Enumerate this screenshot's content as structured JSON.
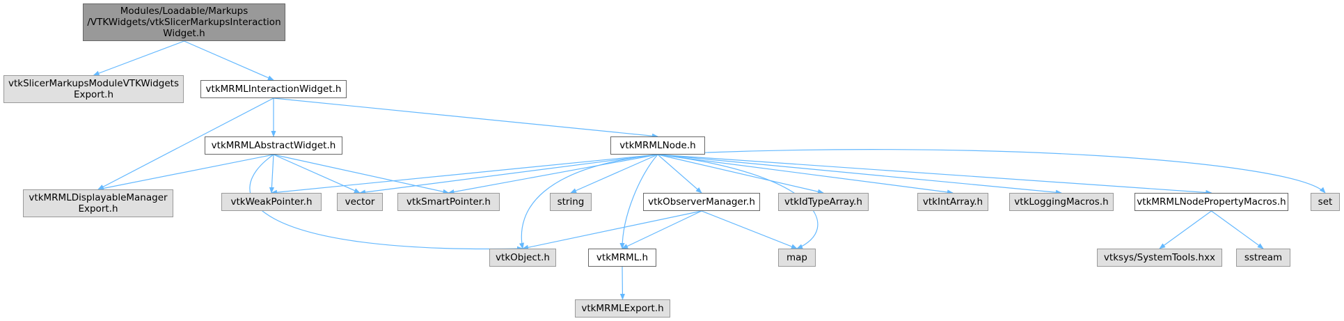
{
  "diagram": {
    "edge_color": "#63b8ff",
    "root_fill": "#999999",
    "documented_fill": "#ffffff",
    "external_fill": "#e0e0e0",
    "nodes": [
      {
        "id": "root",
        "kind": "root",
        "label": "Modules/Loadable/Markups\n/VTKWidgets/vtkSlicerMarkupsInteraction\nWidget.h"
      },
      {
        "id": "export_widgets",
        "kind": "ext",
        "label": "vtkSlicerMarkupsModuleVTKWidgets\nExport.h"
      },
      {
        "id": "interaction_widget",
        "kind": "doc",
        "label": "vtkMRMLInteractionWidget.h"
      },
      {
        "id": "abstract_widget",
        "kind": "doc",
        "label": "vtkMRMLAbstractWidget.h"
      },
      {
        "id": "displayable_export",
        "kind": "ext",
        "label": "vtkMRMLDisplayableManager\nExport.h"
      },
      {
        "id": "mrml_node",
        "kind": "doc",
        "label": "vtkMRMLNode.h"
      },
      {
        "id": "weak_pointer",
        "kind": "ext",
        "label": "vtkWeakPointer.h"
      },
      {
        "id": "vector",
        "kind": "ext",
        "label": "vector"
      },
      {
        "id": "smart_pointer",
        "kind": "ext",
        "label": "vtkSmartPointer.h"
      },
      {
        "id": "string",
        "kind": "ext",
        "label": "string"
      },
      {
        "id": "observer_manager",
        "kind": "doc",
        "label": "vtkObserverManager.h"
      },
      {
        "id": "id_type_array",
        "kind": "ext",
        "label": "vtkIdTypeArray.h"
      },
      {
        "id": "int_array",
        "kind": "ext",
        "label": "vtkIntArray.h"
      },
      {
        "id": "logging_macros",
        "kind": "ext",
        "label": "vtkLoggingMacros.h"
      },
      {
        "id": "property_macros",
        "kind": "doc",
        "label": "vtkMRMLNodePropertyMacros.h"
      },
      {
        "id": "set",
        "kind": "ext",
        "label": "set"
      },
      {
        "id": "vtk_object",
        "kind": "ext",
        "label": "vtkObject.h"
      },
      {
        "id": "vtk_mrml",
        "kind": "doc",
        "label": "vtkMRML.h"
      },
      {
        "id": "map",
        "kind": "ext",
        "label": "map"
      },
      {
        "id": "system_tools",
        "kind": "ext",
        "label": "vtksys/SystemTools.hxx"
      },
      {
        "id": "sstream",
        "kind": "ext",
        "label": "sstream"
      },
      {
        "id": "mrml_export",
        "kind": "ext",
        "label": "vtkMRMLExport.h"
      }
    ],
    "edges": [
      [
        "root",
        "export_widgets"
      ],
      [
        "root",
        "interaction_widget"
      ],
      [
        "interaction_widget",
        "abstract_widget"
      ],
      [
        "interaction_widget",
        "displayable_export"
      ],
      [
        "interaction_widget",
        "mrml_node"
      ],
      [
        "abstract_widget",
        "displayable_export"
      ],
      [
        "abstract_widget",
        "weak_pointer"
      ],
      [
        "abstract_widget",
        "vector"
      ],
      [
        "abstract_widget",
        "smart_pointer"
      ],
      [
        "abstract_widget",
        "vtk_object"
      ],
      [
        "mrml_node",
        "weak_pointer"
      ],
      [
        "mrml_node",
        "vector"
      ],
      [
        "mrml_node",
        "smart_pointer"
      ],
      [
        "mrml_node",
        "string"
      ],
      [
        "mrml_node",
        "vtk_object"
      ],
      [
        "mrml_node",
        "vtk_mrml"
      ],
      [
        "mrml_node",
        "observer_manager"
      ],
      [
        "mrml_node",
        "id_type_array"
      ],
      [
        "mrml_node",
        "int_array"
      ],
      [
        "mrml_node",
        "logging_macros"
      ],
      [
        "mrml_node",
        "property_macros"
      ],
      [
        "mrml_node",
        "set"
      ],
      [
        "mrml_node",
        "map"
      ],
      [
        "observer_manager",
        "vtk_object"
      ],
      [
        "observer_manager",
        "vtk_mrml"
      ],
      [
        "observer_manager",
        "map"
      ],
      [
        "property_macros",
        "system_tools"
      ],
      [
        "property_macros",
        "sstream"
      ],
      [
        "vtk_mrml",
        "mrml_export"
      ]
    ]
  }
}
